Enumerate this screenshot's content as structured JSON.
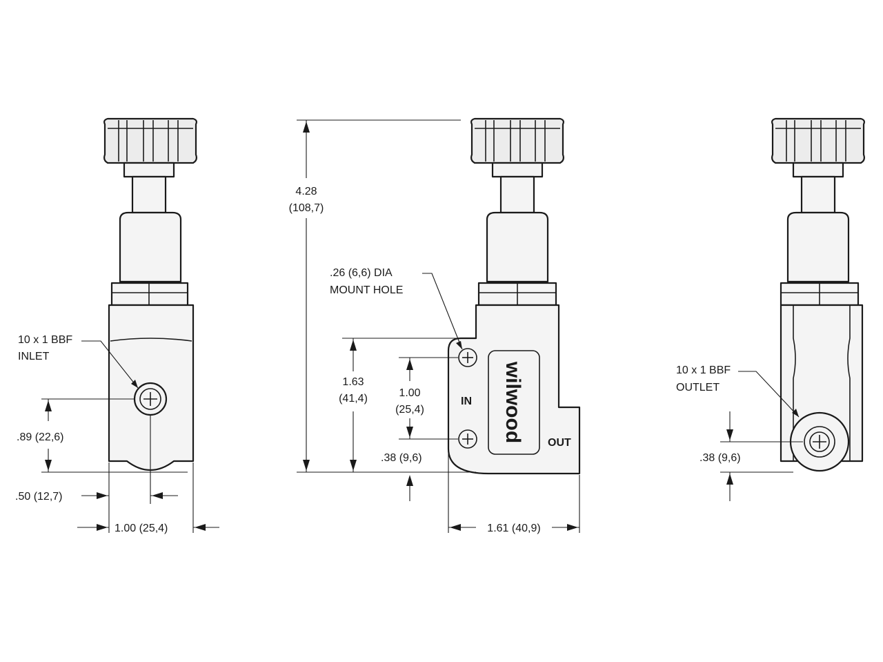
{
  "left_view": {
    "port_label_line1": "10 x 1 BBF",
    "port_label_line2": "INLET",
    "dim_port_height": ".89 (22,6)",
    "dim_port_offset": ".50 (12,7)",
    "dim_width": "1.00 (25,4)"
  },
  "center_view": {
    "dim_total_height_line1": "4.28",
    "dim_total_height_line2": "(108,7)",
    "mount_hole_line1": ".26 (6,6) DIA",
    "mount_hole_line2": "MOUNT HOLE",
    "dim_mount_height_line1": "1.63",
    "dim_mount_height_line2": "(41,4)",
    "dim_hole_spacing_line1": "1.00",
    "dim_hole_spacing_line2": "(25,4)",
    "dim_hole_offset": ".38 (9,6)",
    "dim_width": "1.61 (40,9)",
    "in_label": "IN",
    "out_label": "OUT",
    "logo_text": "wilwood"
  },
  "right_view": {
    "port_label_line1": "10 x 1 BBF",
    "port_label_line2": "OUTLET",
    "dim_port_height": ".38 (9,6)"
  }
}
